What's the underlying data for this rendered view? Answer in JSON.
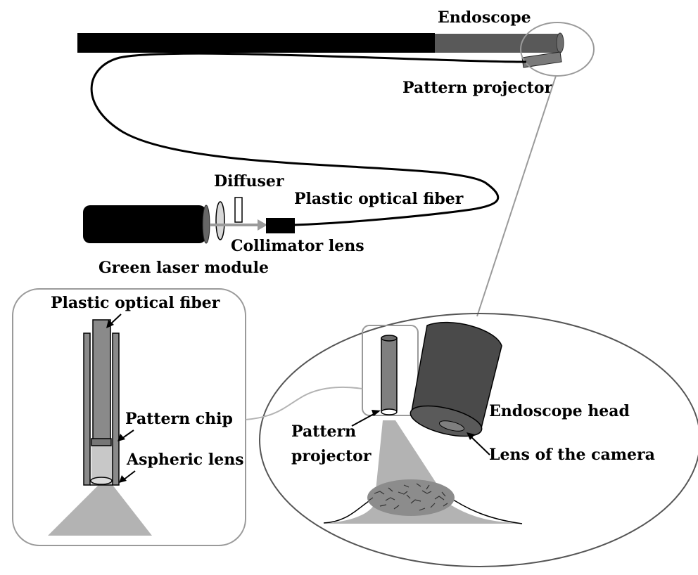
{
  "labels": {
    "endoscope": "Endoscope",
    "pattern_projector_top": "Pattern projector",
    "diffuser": "Diffuser",
    "plastic_optical_fiber_main": "Plastic optical fiber",
    "collimator_lens": "Collimator lens",
    "green_laser_module": "Green laser module",
    "plastic_optical_fiber_inset": "Plastic optical fiber",
    "pattern_chip": "Pattern chip",
    "aspheric_lens": "Aspheric lens",
    "endoscope_head": "Endoscope head",
    "pattern_projector_line1": "Pattern",
    "pattern_projector_line2": "projector",
    "lens_of_camera": "Lens of  the camera"
  },
  "colors": {
    "endoscope_body": "#000000",
    "endoscope_tip": "#595959",
    "camera_head": "#4a4a4a",
    "projector_tube": "#7f7f7f",
    "light_cone": "#b3b3b3",
    "callout_outline": "#9a9a9a"
  }
}
